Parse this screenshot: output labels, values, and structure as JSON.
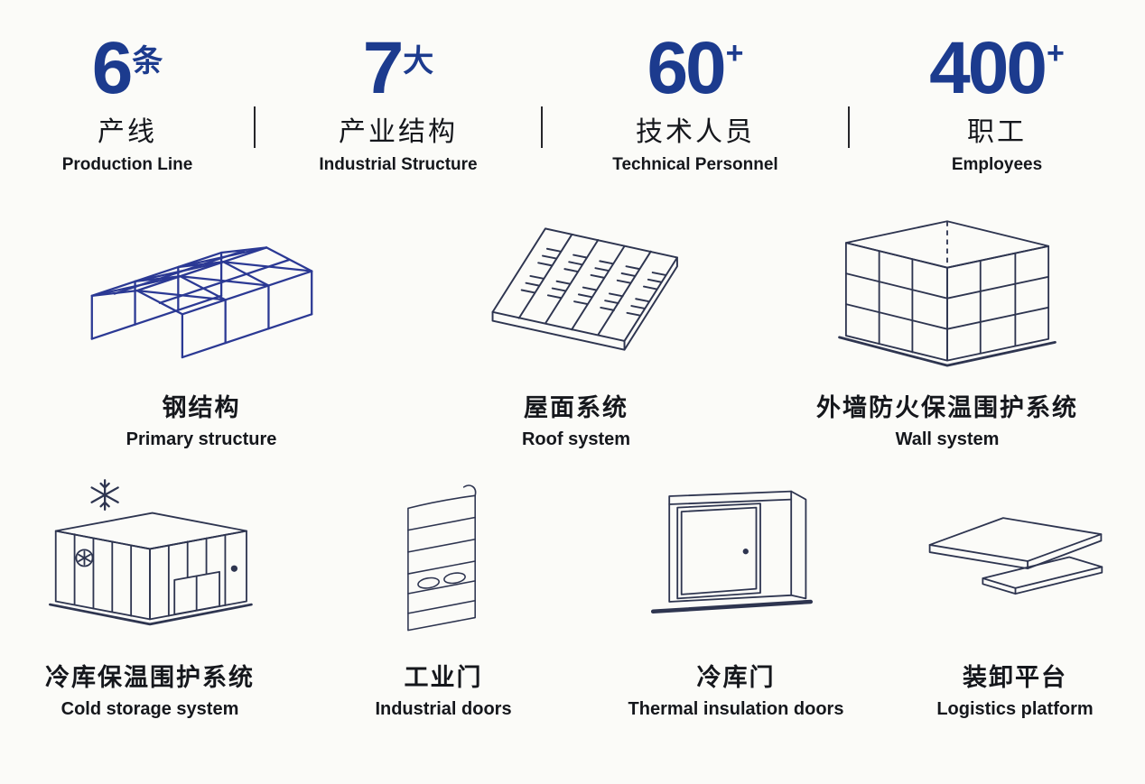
{
  "colors": {
    "accent_blue": "#1c3b8e",
    "ink": "#15171c",
    "illustration_navy": "#2e3550",
    "steel_frame_blue": "#2b3994",
    "background": "#fbfbf8"
  },
  "stats": [
    {
      "number": "6",
      "unit": "条",
      "label_cn": "产线",
      "label_en": "Production Line"
    },
    {
      "number": "7",
      "unit": "大",
      "label_cn": "产业结构",
      "label_en": "Industrial Structure"
    },
    {
      "number": "60",
      "unit": "+",
      "label_cn": "技术人员",
      "label_en": "Technical Personnel"
    },
    {
      "number": "400",
      "unit": "+",
      "label_cn": "职工",
      "label_en": "Employees"
    }
  ],
  "products": {
    "row1": [
      {
        "icon": "steel-structure-icon",
        "label_cn": "钢结构",
        "label_en": "Primary structure"
      },
      {
        "icon": "roof-system-icon",
        "label_cn": "屋面系统",
        "label_en": "Roof system"
      },
      {
        "icon": "wall-system-icon",
        "label_cn": "外墙防火保温围护系统",
        "label_en": "Wall system"
      }
    ],
    "row2": [
      {
        "icon": "cold-storage-icon",
        "label_cn": "冷库保温围护系统",
        "label_en": "Cold storage system"
      },
      {
        "icon": "industrial-door-icon",
        "label_cn": "工业门",
        "label_en": "Industrial doors"
      },
      {
        "icon": "insulation-door-icon",
        "label_cn": "冷库门",
        "label_en": "Thermal insulation doors"
      },
      {
        "icon": "loading-platform-icon",
        "label_cn": "装卸平台",
        "label_en": "Logistics platform"
      }
    ]
  }
}
